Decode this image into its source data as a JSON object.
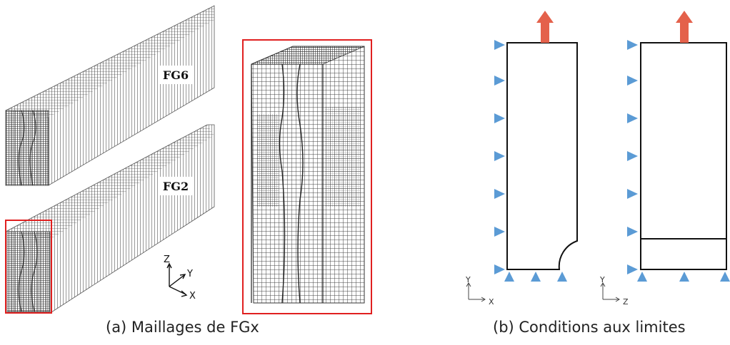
{
  "panel_a": {
    "caption": "(a) Maillages de FGx",
    "mesh_labels": [
      "FG6",
      "FG2"
    ],
    "axes": {
      "z": "Z",
      "y": "Y",
      "x": "X"
    }
  },
  "panel_b": {
    "caption": "(b) Conditions aux limites",
    "left_view_axes": {
      "vertical": "Y",
      "horizontal": "X"
    },
    "right_view_axes": {
      "vertical": "Y",
      "horizontal": "Z"
    }
  },
  "colors": {
    "load_arrow": "#e4614b",
    "support_triangle": "#5b9bd5",
    "highlight_box": "#e02020",
    "mesh_line": "#333333"
  }
}
